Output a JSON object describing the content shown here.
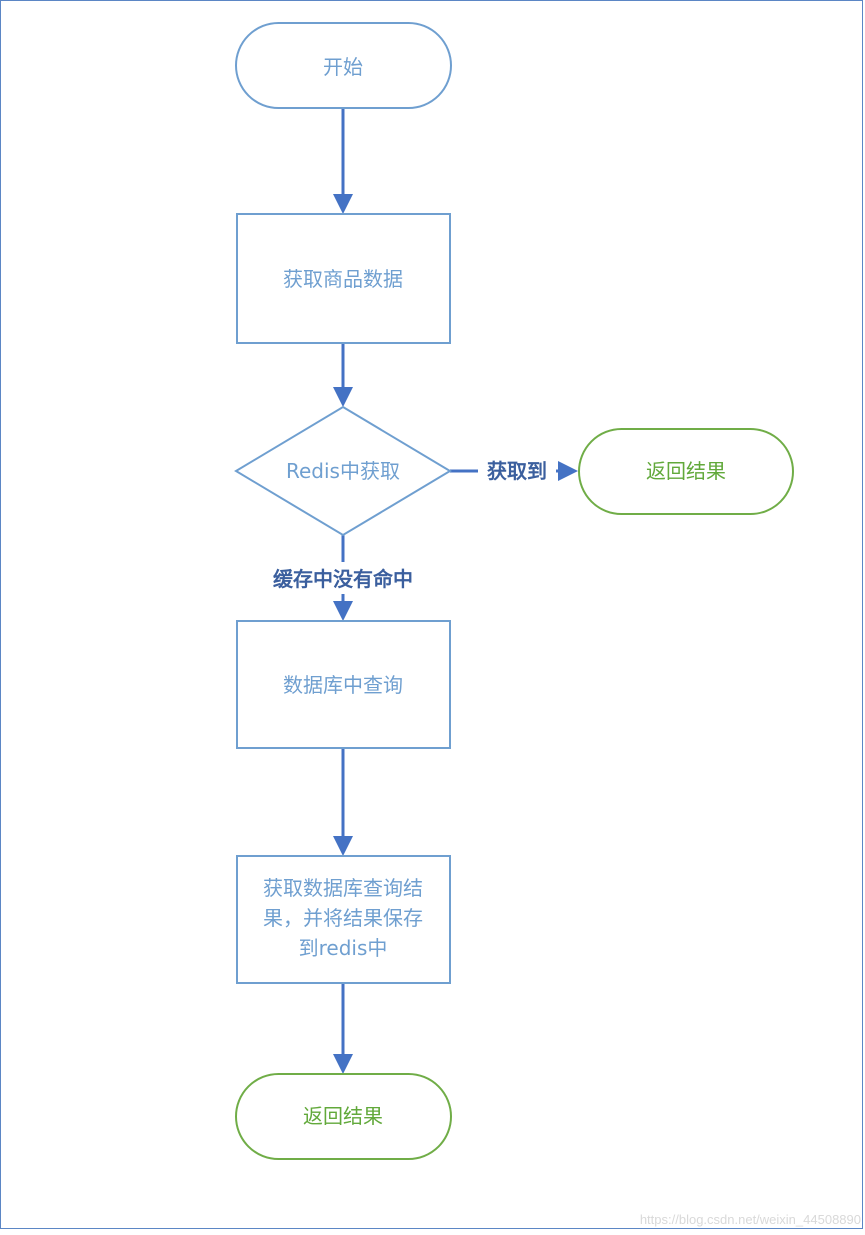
{
  "nodes": {
    "start": "开始",
    "get_product": "获取商品数据",
    "redis_lookup": "Redis中获取",
    "return_result_right": "返回结果",
    "db_query": "数据库中查询",
    "save_result": [
      "获取数据库查询结",
      "果，并将结果保存",
      "到redis中"
    ],
    "return_result_bottom": "返回结果"
  },
  "edges": {
    "hit_label": "获取到",
    "miss_label": "缓存中没有命中"
  },
  "watermark": "https://blog.csdn.net/weixin_44508890",
  "colors": {
    "line_blue": "#4472c4",
    "node_blue": "#6f9fd0",
    "node_green": "#70ad47",
    "text_green": "#62a93b",
    "edge_text": "#3b5f9e"
  }
}
